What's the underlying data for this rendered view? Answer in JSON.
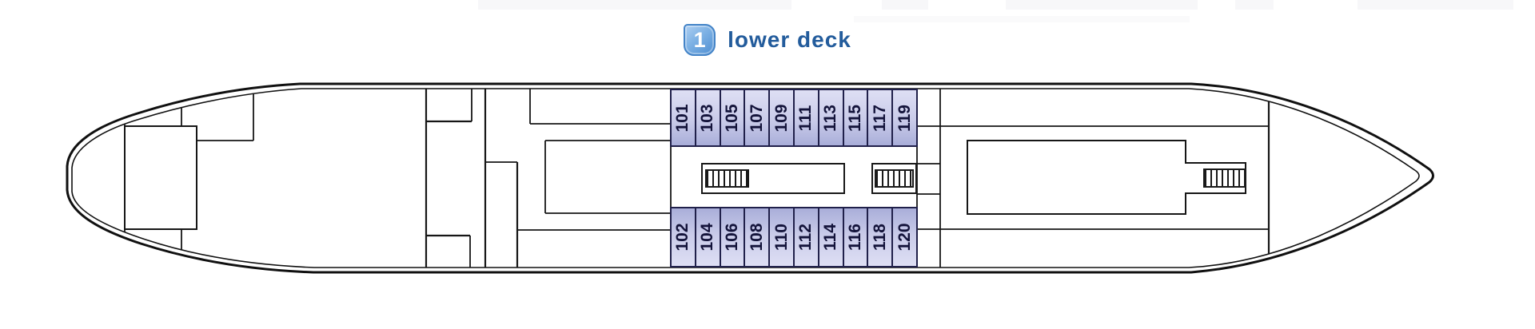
{
  "header": {
    "deck_number": "1",
    "deck_label": "lower deck"
  },
  "theme": {
    "badge_blue_light": "#aecff2",
    "badge_blue_dark": "#4e8ed2",
    "badge_border_blue": "#4484c8",
    "label_blue": "#235c9c",
    "cabin_fill_light": "#dedff4",
    "cabin_fill_dark": "#a9aed9",
    "cabin_border": "#20204a",
    "cabin_number_color": "#13133a",
    "wall_line_color": "#161616"
  },
  "ship": {
    "cabins": {
      "top_row": [
        "101",
        "103",
        "105",
        "107",
        "109",
        "111",
        "113",
        "115",
        "117",
        "119"
      ],
      "bottom_row": [
        "102",
        "104",
        "106",
        "108",
        "110",
        "112",
        "114",
        "116",
        "118",
        "120"
      ]
    },
    "features": {
      "stairs_count": 3
    }
  }
}
